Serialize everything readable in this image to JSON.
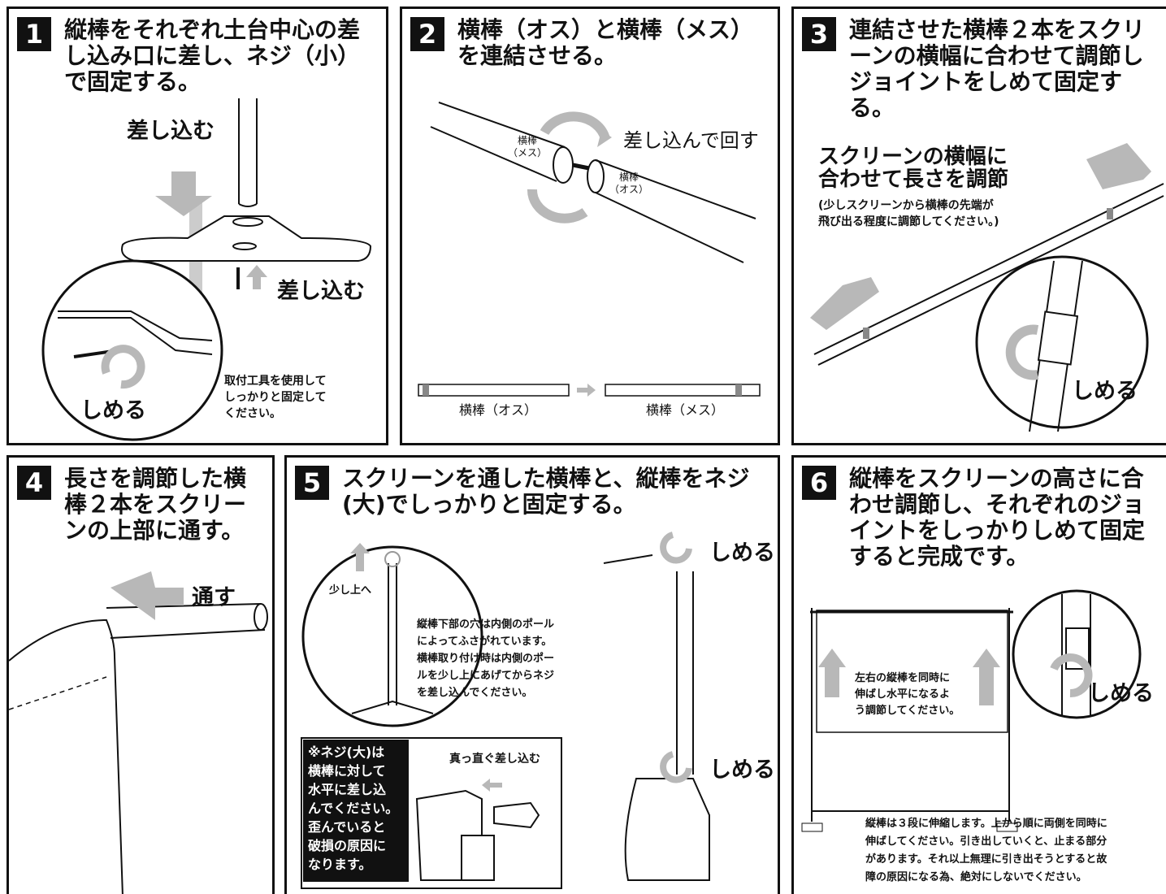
{
  "steps": [
    {
      "num": "1",
      "title": "縦棒をそれぞれ土台中心の差し込み口に差し、ネジ（小）で固定する。",
      "labels": {
        "insert_top": "差し込む",
        "insert_bottom": "差し込む",
        "tighten": "しめる",
        "tool_note": "取付工具を使用して\nしっかりと固定して\nください。"
      }
    },
    {
      "num": "2",
      "title": "横棒（オス）と横棒（メス）を連結させる。",
      "labels": {
        "female_bar": "横棒\n（メス）",
        "male_bar": "横棒\n（オス）",
        "insert_rotate": "差し込んで回す",
        "bar_male": "横棒（オス）",
        "bar_female": "横棒（メス）"
      }
    },
    {
      "num": "3",
      "title": "連結させた横棒２本をスクリーンの横幅に合わせて調節しジョイントをしめて固定する。",
      "labels": {
        "adjust_heading": "スクリーンの横幅に\n合わせて長さを調節",
        "adjust_note": "(少しスクリーンから横棒の先端が\n飛び出る程度に調節してください。)",
        "tighten": "しめる"
      }
    },
    {
      "num": "4",
      "title": "長さを調節した横棒２本をスクリーンの上部に通す。",
      "labels": {
        "pass": "通す"
      }
    },
    {
      "num": "5",
      "title": "スクリーンを通した横棒と、縦棒をネジ(大)でしっかりと固定する。",
      "labels": {
        "lift_slightly": "少し上へ",
        "hole_note": "縦棒下部の穴は内側のポール\nによってふさがれています。\n横棒取り付け時は内側のポー\nルを少し上にあげてからネジ\nを差し込んでください。",
        "warning": "※ネジ(大)は\n横棒に対して\n水平に差し込\nんでください。\n歪んでいると\n破損の原因に\nなります。",
        "insert_straight": "真っ直ぐ差し込む",
        "tighten_top": "しめる",
        "tighten_bottom": "しめる"
      }
    },
    {
      "num": "6",
      "title": "縦棒をスクリーンの高さに合わせ調節し、それぞれのジョイントをしっかりしめて固定すると完成です。",
      "labels": {
        "extend_note": "左右の縦棒を同時に\n伸ばし水平になるよ\nう調節してください。",
        "tighten": "しめる",
        "bottom_note": "縦棒は３段に伸縮します。上から順に両側を同時に\n伸ばしてください。引き出していくと、止まる部分\nがあります。それ以上無理に引き出そうとすると故\n障の原因になる為、絶対にしないでください。"
      }
    }
  ]
}
